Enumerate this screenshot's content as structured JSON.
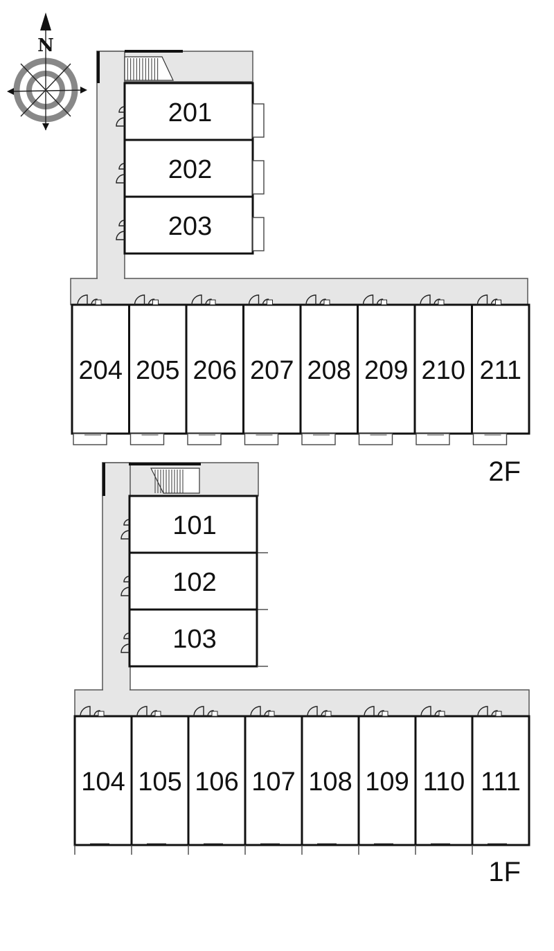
{
  "compass": {
    "north_label": "N"
  },
  "floors": [
    {
      "label": "2F",
      "wing_rooms": [
        "201",
        "202",
        "203"
      ],
      "row_rooms": [
        "204",
        "205",
        "206",
        "207",
        "208",
        "209",
        "210",
        "211"
      ]
    },
    {
      "label": "1F",
      "wing_rooms": [
        "101",
        "102",
        "103"
      ],
      "row_rooms": [
        "104",
        "105",
        "106",
        "107",
        "108",
        "109",
        "110",
        "111"
      ]
    }
  ],
  "colors": {
    "corridor": "#e6e6e6",
    "wall": "#111111",
    "background": "#ffffff"
  }
}
